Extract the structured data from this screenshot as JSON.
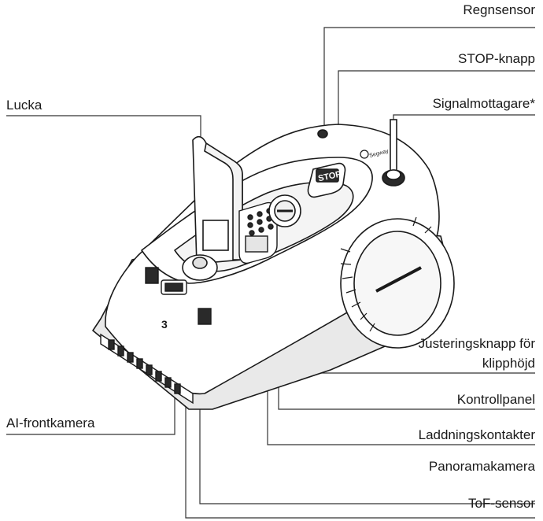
{
  "labels": {
    "regnsensor": "Regnsensor",
    "stop_knapp": "STOP-knapp",
    "signalmottagare": "Signalmottagare*",
    "lucka": "Lucka",
    "justering_line1": "Justeringsknapp för",
    "justering_line2": "klipphöjd",
    "kontrollpanel": "Kontrollpanel",
    "ai_frontkamera": "AI-frontkamera",
    "laddningskontakter": "Laddningskontakter",
    "panoramakamera": "Panoramakamera",
    "tof_sensor": "ToF-sensor"
  },
  "device": {
    "stop_text": "STOP",
    "logo_text": "Segway",
    "front_mark": "3"
  },
  "colors": {
    "line": "#1a1a1a",
    "leader": "#333333",
    "body_fill": "#ffffff",
    "shadow_fill": "#e9e9e9",
    "dark_fill": "#2a2a2a"
  }
}
